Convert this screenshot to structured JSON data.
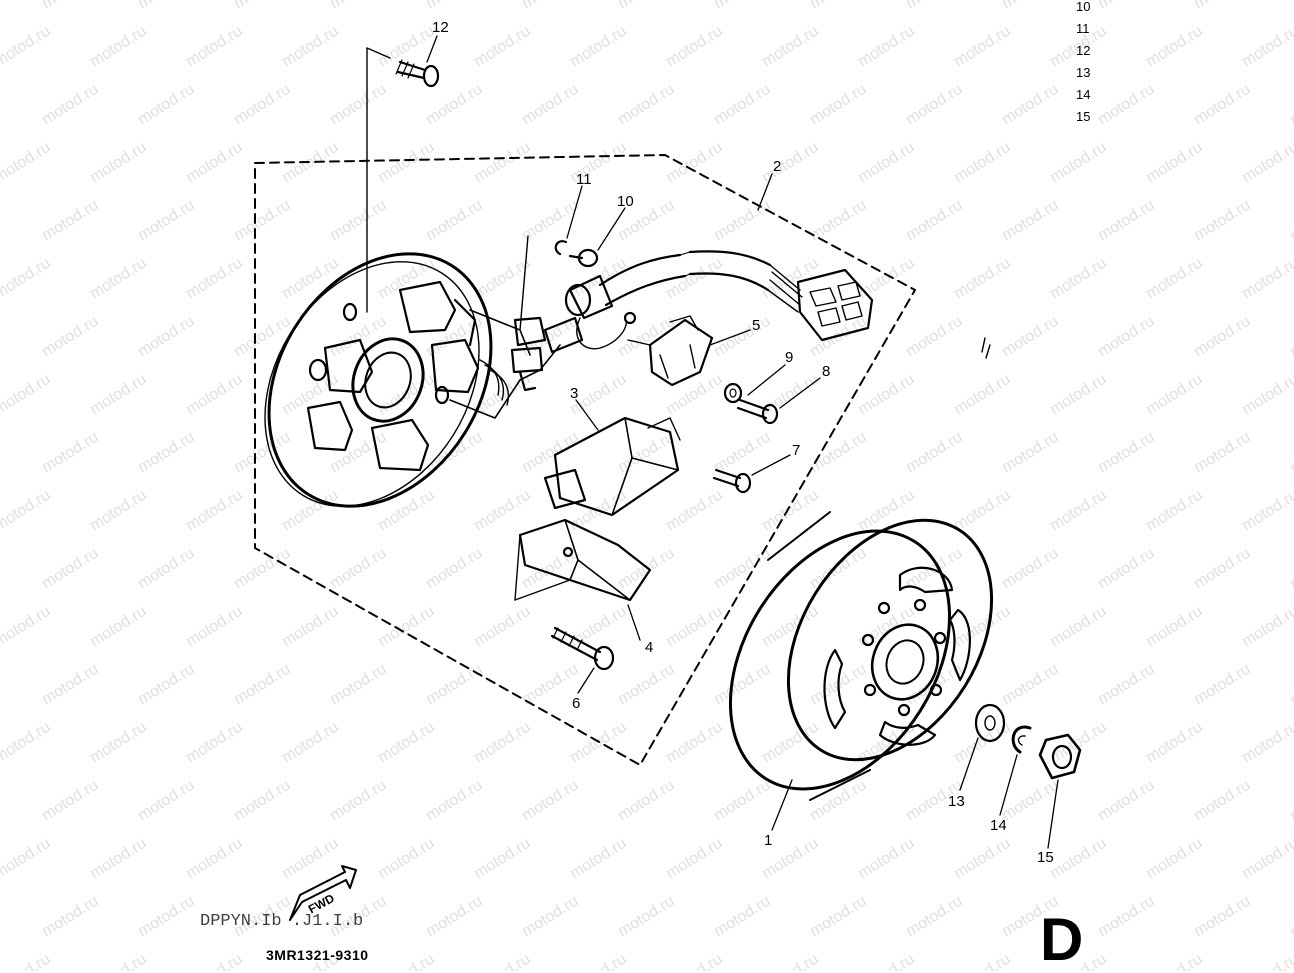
{
  "watermark": "motod.ru",
  "part_code": "3MR1321-9310",
  "section_letter": "D",
  "fwd_label": "FWD",
  "bottom_scribble": "DPPYN.Ib .J1.I.b",
  "right_margin_numbers": [
    "10",
    "11",
    "12",
    "13",
    "14",
    "15"
  ],
  "callouts": [
    {
      "key": "c1",
      "label": "1"
    },
    {
      "key": "c2",
      "label": "2"
    },
    {
      "key": "c3",
      "label": "3"
    },
    {
      "key": "c4",
      "label": "4"
    },
    {
      "key": "c5",
      "label": "5"
    },
    {
      "key": "c6",
      "label": "6"
    },
    {
      "key": "c7",
      "label": "7"
    },
    {
      "key": "c8",
      "label": "8"
    },
    {
      "key": "c9",
      "label": "9"
    },
    {
      "key": "c10",
      "label": "10"
    },
    {
      "key": "c11",
      "label": "11"
    },
    {
      "key": "c12",
      "label": "12"
    },
    {
      "key": "c13",
      "label": "13"
    },
    {
      "key": "c14",
      "label": "14"
    },
    {
      "key": "c15",
      "label": "15"
    }
  ]
}
